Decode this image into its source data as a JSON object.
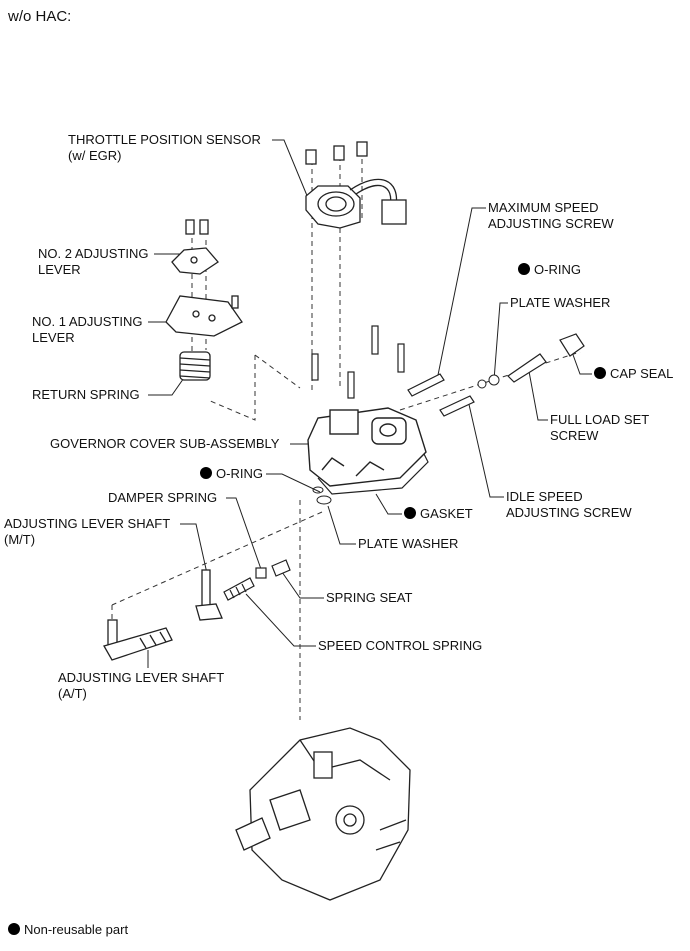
{
  "title": "w/o HAC:",
  "labels": {
    "throttle_sensor": "THROTTLE POSITION SENSOR",
    "throttle_sensor_sub": "(w/ EGR)",
    "max_speed_1": "MAXIMUM SPEED",
    "max_speed_2": "ADJUSTING SCREW",
    "no2_lever_1": "NO. 2 ADJUSTING",
    "no2_lever_2": "LEVER",
    "oring_top": "O-RING",
    "plate_washer_top": "PLATE WASHER",
    "no1_lever_1": "NO. 1 ADJUSTING",
    "no1_lever_2": "LEVER",
    "cap_seal": "CAP SEAL",
    "return_spring": "RETURN SPRING",
    "full_load_1": "FULL LOAD SET",
    "full_load_2": "SCREW",
    "governor_cover": "GOVERNOR COVER SUB-ASSEMBLY",
    "oring_mid": "O-RING",
    "idle_speed_1": "IDLE SPEED",
    "idle_speed_2": "ADJUSTING SCREW",
    "damper_spring": "DAMPER SPRING",
    "gasket": "GASKET",
    "adj_shaft_mt_1": "ADJUSTING LEVER SHAFT",
    "adj_shaft_mt_2": "(M/T)",
    "plate_washer_mid": "PLATE WASHER",
    "spring_seat": "SPRING SEAT",
    "speed_control_spring": "SPEED CONTROL SPRING",
    "adj_shaft_at_1": "ADJUSTING LEVER SHAFT",
    "adj_shaft_at_2": "(A/T)",
    "legend": "Non-reusable part"
  }
}
